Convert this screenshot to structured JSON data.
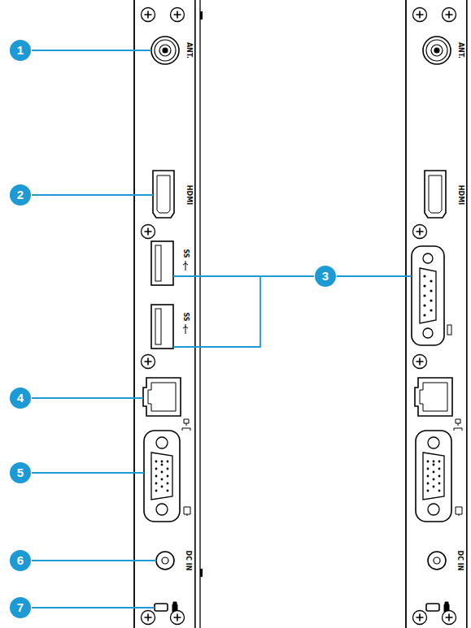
{
  "diagram": {
    "labels": [
      "1",
      "ANT.",
      "ANT.",
      "2",
      "HDMI",
      "HDMI",
      "SS",
      "3",
      "SS",
      "4",
      "5",
      "6",
      "DC IN",
      "DC IN",
      "7"
    ]
  }
}
